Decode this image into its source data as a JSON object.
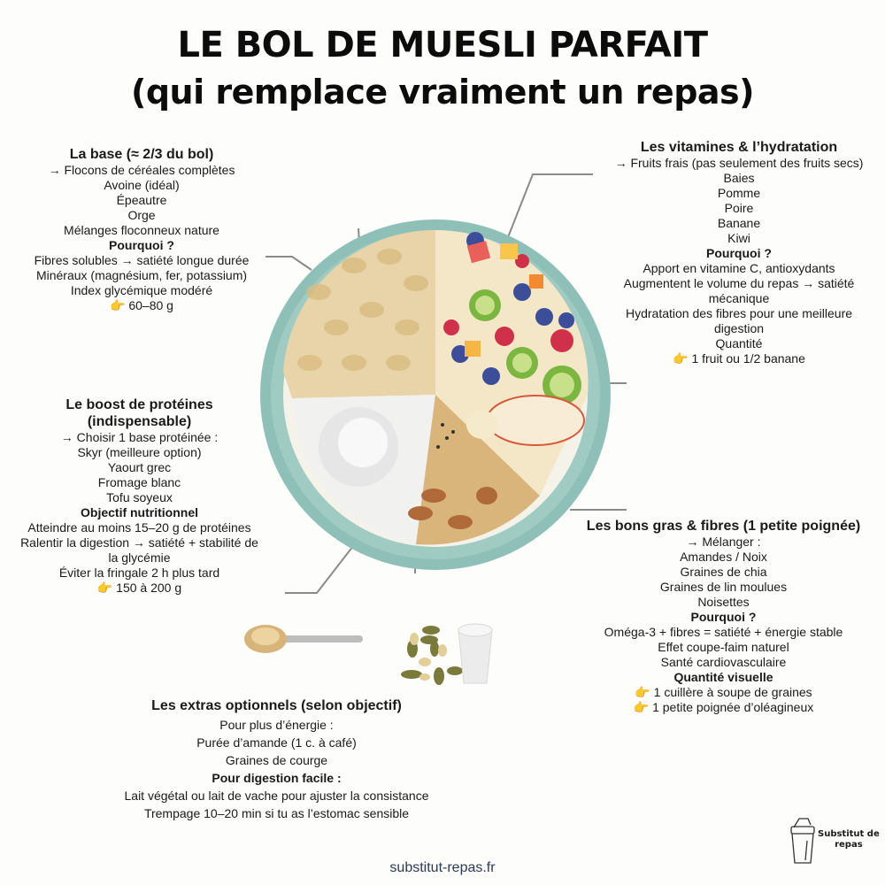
{
  "title": {
    "line1": "LE BOL DE MUESLI PARFAIT",
    "line2": "(qui remplace vraiment un repas)"
  },
  "sections": {
    "base": {
      "heading": "La base (≈ 2/3 du bol)",
      "lines": [
        "→ Flocons de céréales complètes",
        "Avoine (idéal)",
        "Épeautre",
        "Orge",
        "Mélanges floconneux nature"
      ],
      "why_heading": "Pourquoi ?",
      "why": [
        "Fibres solubles → satiété longue durée",
        "Minéraux (magnésium, fer, potassium)",
        "Index glycémique modéré"
      ],
      "quantity": "60–80 g"
    },
    "vitamins": {
      "heading": "Les vitamines & l’hydratation",
      "lines": [
        "→ Fruits frais (pas seulement des fruits secs)",
        "Baies",
        "Pomme",
        "Poire",
        "Banane",
        "Kiwi"
      ],
      "why_heading": "Pourquoi ?",
      "why": [
        "Apport en vitamine C, antioxydants",
        "Augmentent le volume du repas → satiété",
        "mécanique",
        "Hydratation des fibres pour une meilleure",
        "digestion"
      ],
      "quantity_label": "Quantité",
      "quantity": "1 fruit ou 1/2 banane"
    },
    "protein": {
      "heading_1": "Le boost de protéines",
      "heading_2": "(indispensable)",
      "lines": [
        "→ Choisir 1 base protéinée :",
        "Skyr (meilleure option)",
        "Yaourt grec",
        "Fromage blanc",
        "Tofu soyeux"
      ],
      "goal_heading": "Objectif nutritionnel",
      "goal": [
        "Atteindre au moins 15–20 g de protéines",
        "Ralentir la digestion → satiété + stabilité de",
        "la glycémie",
        "Éviter la fringale 2 h plus tard"
      ],
      "quantity": "150 à 200 g"
    },
    "fats": {
      "heading": "Les bons gras & fibres (1 petite poignée)",
      "lines": [
        "→ Mélanger :",
        "Amandes / Noix",
        "Graines de chia",
        "Graines de lin moulues",
        "Noisettes"
      ],
      "why_heading": "Pourquoi ?",
      "why": [
        "Oméga-3 + fibres = satiété + énergie stable",
        "Effet coupe-faim naturel",
        "Santé cardiovasculaire"
      ],
      "visual_heading": "Quantité visuelle",
      "quantities": [
        "1 cuillère à soupe de graines",
        "1 petite poignée d’oléagineux"
      ]
    },
    "extras": {
      "heading": "Les extras optionnels (selon objectif)",
      "energy_label": "Pour plus d’énergie :",
      "energy": [
        "Purée d’amande (1 c. à café)",
        "Graines de courge"
      ],
      "digestion_heading": "Pour digestion facile :",
      "digestion": [
        "Lait végétal ou lait de vache pour ajuster la consistance",
        "Trempage 10–20 min si tu as l’estomac sensible"
      ]
    }
  },
  "icons": {
    "hand": "👉"
  },
  "colors": {
    "bowl_rim": "#8fc0b8",
    "bowl_rim_dark": "#6fa49b",
    "connector": "#8a8a8a",
    "footer": "#2b3a55"
  },
  "footer": {
    "url": "substitut-repas.fr"
  },
  "logo": {
    "line1": "Substitut de",
    "line2": "repas"
  }
}
